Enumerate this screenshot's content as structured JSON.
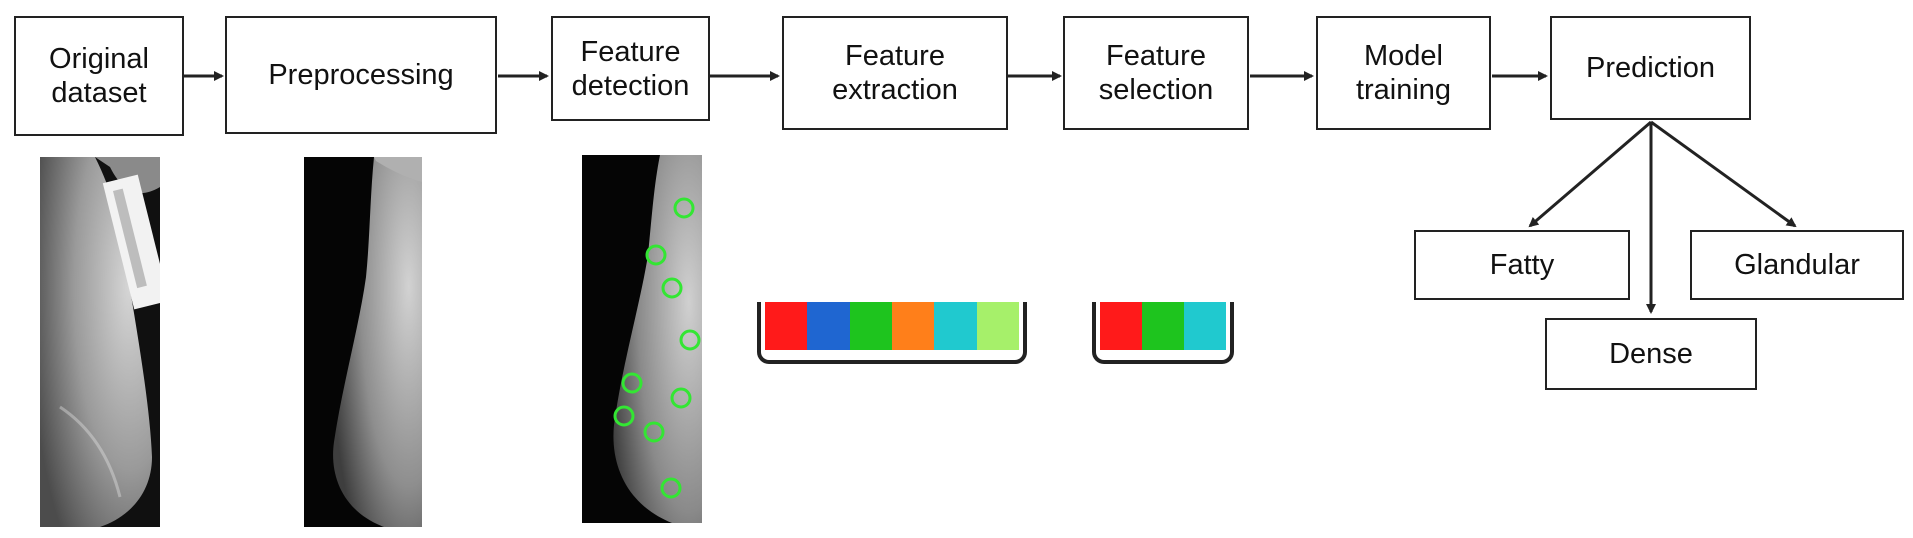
{
  "pipeline": {
    "steps": [
      {
        "id": "original-dataset",
        "label": "Original\ndataset"
      },
      {
        "id": "preprocessing",
        "label": "Preprocessing"
      },
      {
        "id": "feature-detection",
        "label": "Feature\ndetection"
      },
      {
        "id": "feature-extraction",
        "label": "Feature\nextraction"
      },
      {
        "id": "feature-selection",
        "label": "Feature\nselection"
      },
      {
        "id": "model-training",
        "label": "Model\ntraining"
      },
      {
        "id": "prediction",
        "label": "Prediction"
      }
    ]
  },
  "outcomes": [
    {
      "id": "fatty",
      "label": "Fatty"
    },
    {
      "id": "dense",
      "label": "Dense"
    },
    {
      "id": "glandular",
      "label": "Glandular"
    }
  ],
  "feature_vectors": {
    "extracted_colors": [
      "#ff1a1a",
      "#1f66d1",
      "#1ec41e",
      "#ff7f1a",
      "#20c9cf",
      "#a6f06a"
    ],
    "selected_colors": [
      "#ff1a1a",
      "#1ec41e",
      "#20c9cf"
    ]
  },
  "colors": {
    "detection_marker": "#33e633",
    "stroke": "#222222"
  }
}
